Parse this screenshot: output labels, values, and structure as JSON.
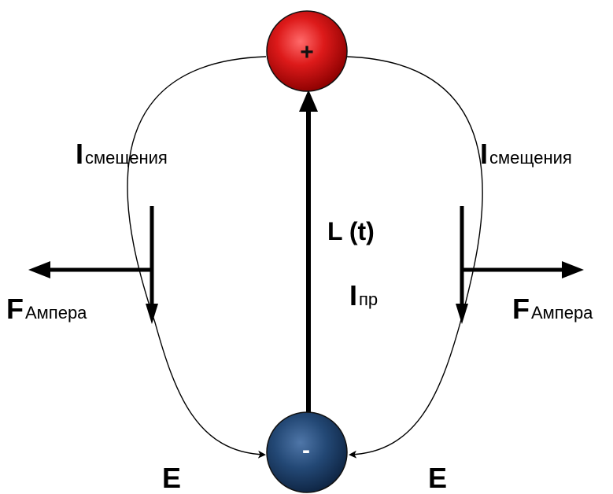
{
  "colors": {
    "positive_charge": "#d41010",
    "negative_charge": "#1f3f66",
    "lines": "#000000"
  },
  "charges": {
    "positive_symbol": "+",
    "negative_symbol": "-"
  },
  "labels": {
    "displacement_current_left": {
      "main": "I",
      "sub": "смещения"
    },
    "displacement_current_right": {
      "main": "I",
      "sub": "смещения"
    },
    "ampere_force_left": {
      "main": "F",
      "sub": "Ампера"
    },
    "ampere_force_right": {
      "main": "F",
      "sub": "Ампера"
    },
    "length": "L (t)",
    "conduction_current": {
      "main": "I",
      "sub": "пр"
    },
    "field_left": "E",
    "field_right": "E"
  }
}
